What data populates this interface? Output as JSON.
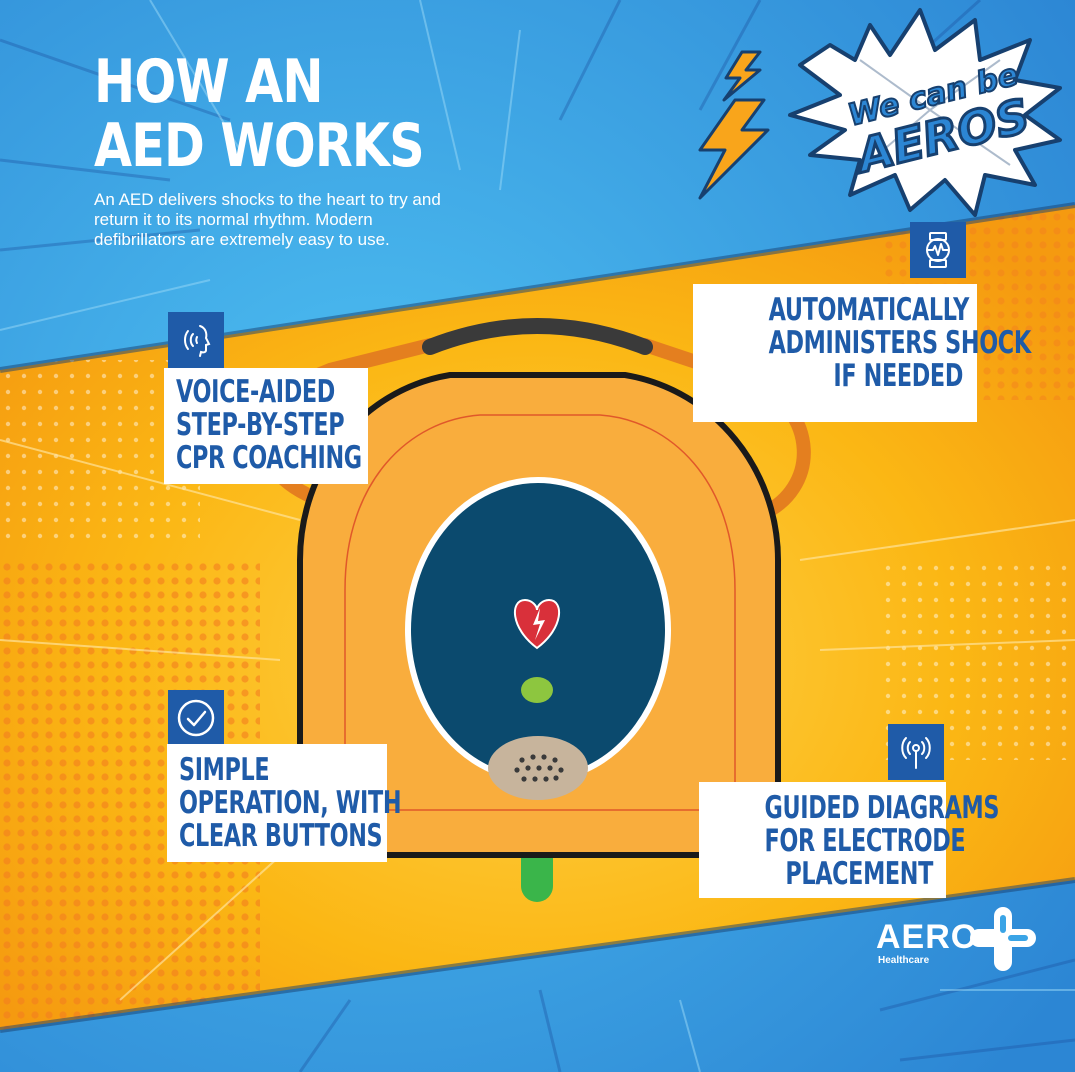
{
  "header": {
    "title_line1": "HOW AN",
    "title_line2": "AED WORKS",
    "intro": "An AED delivers shocks to the heart to try and return it to its normal rhythm. Modern defibrillators are extremely easy to use."
  },
  "badge": {
    "line1": "We can be",
    "line2": "AEROS"
  },
  "features": {
    "voice": {
      "line1": "VOICE-AIDED",
      "line2": "STEP-BY-STEP",
      "line3": "CPR COACHING",
      "icon": "voice-speech-icon"
    },
    "shock": {
      "line1": "AUTOMATICALLY",
      "line2": "ADMINISTERS SHOCK",
      "line3": "IF NEEDED",
      "icon": "heartbeat-watch-icon"
    },
    "simple": {
      "line1": "SIMPLE",
      "line2": "OPERATION, WITH",
      "line3": "CLEAR BUTTONS",
      "icon": "checkmark-circle-icon"
    },
    "guided": {
      "line1": "GUIDED DIAGRAMS",
      "line2": "FOR ELECTRODE",
      "line3": "PLACEMENT",
      "icon": "signal-tower-icon"
    }
  },
  "brand": {
    "name": "AERO",
    "tagline": "Healthcare"
  },
  "colors": {
    "sky_blue": "#3aa4e6",
    "sunburst_yellow": "#fbb714",
    "feature_blue": "#1f5ba8",
    "aed_orange": "#f9ad3d",
    "aed_screen": "#0b4a6e",
    "heart_red": "#d9303a",
    "indicator_green": "#8dc63f"
  }
}
